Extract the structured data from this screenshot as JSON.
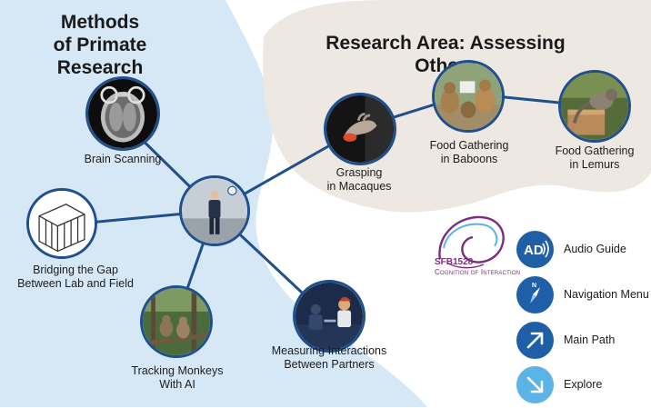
{
  "titles": {
    "left_line1": "Methods",
    "left_line2": "of Primate Research",
    "right": "Research Area: Assessing Others"
  },
  "nodes": {
    "brain_scanning": {
      "label": "Brain Scanning",
      "icon": "mri-scan-image"
    },
    "bridging": {
      "line1": "Bridging the Gap",
      "line2": "Between Lab and Field",
      "icon": "lab-enclosure-image"
    },
    "center": {
      "icon": "researcher-presenter-image"
    },
    "tracking": {
      "line1": "Tracking Monkeys",
      "line2": "With AI",
      "icon": "monkeys-in-forest-image"
    },
    "measuring": {
      "line1": "Measuring Interactions",
      "line2": "Between Partners",
      "icon": "interaction-experiment-image"
    },
    "grasping": {
      "line1": "Grasping",
      "line2": "in Macaques",
      "icon": "macaque-hand-image"
    },
    "baboons": {
      "line1": "Food Gathering",
      "line2": "in Baboons",
      "icon": "baboons-image"
    },
    "lemurs": {
      "line1": "Food Gathering",
      "line2": "in Lemurs",
      "icon": "lemurs-image"
    }
  },
  "logo": {
    "name": "SFB1528",
    "subtitle": "Cognition of Interaction"
  },
  "menu": {
    "audio_guide": {
      "label": "Audio Guide",
      "icon": "audio-description-icon",
      "glyph": "AD"
    },
    "navigation": {
      "label": "Navigation Menu",
      "icon": "compass-icon",
      "glyph": "N"
    },
    "main_path": {
      "label": "Main Path",
      "icon": "arrow-up-right-icon"
    },
    "explore": {
      "label": "Explore",
      "icon": "arrow-down-right-icon"
    }
  },
  "colors": {
    "left_region": "#d6e8f6",
    "right_region": "#ede8e2",
    "node_border": "#1f4f8c",
    "connector": "#1f4f8c",
    "button_dark": "#1f5fa8",
    "button_light": "#5bb3e6",
    "logo_purple": "#7b2d7c"
  }
}
